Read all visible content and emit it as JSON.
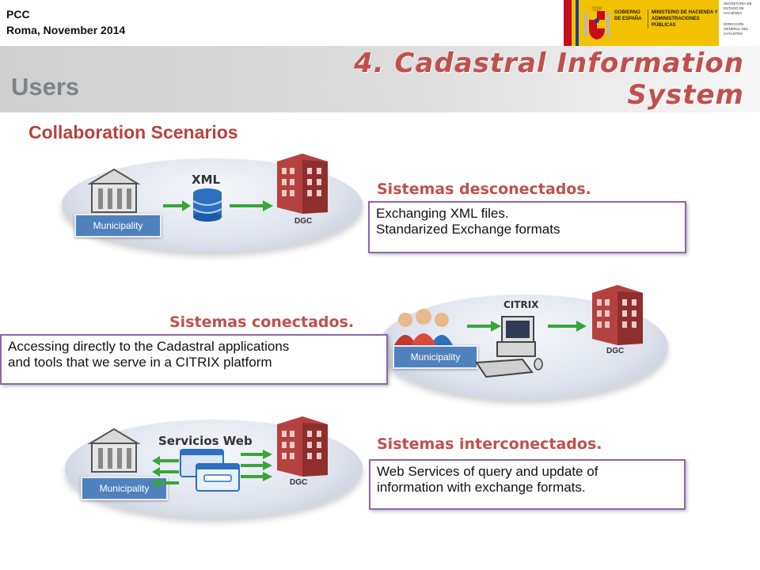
{
  "header": {
    "org": "PCC",
    "place_date": "Roma, November 2014"
  },
  "logo": {
    "gobierno": "GOBIERNO DE ESPAÑA",
    "ministerio": "MINISTERIO DE HACIENDA Y ADMINISTRACIONES PÚBLICAS",
    "secretaria": "SECRETARÍA DE ESTADO DE HACIENDA",
    "direccion": "DIRECCIÓN GENERAL DEL CATASTRO"
  },
  "section": "Users",
  "title_line1": "4. Cadastral Information",
  "title_line2": "System",
  "subtitle": "Collaboration Scenarios",
  "scenarios": [
    {
      "bg_label": "Sistemas desconectados.",
      "tech_label": "XML",
      "dgc": "DGC",
      "municipality": "Municipality",
      "callout_line1": "Exchanging  XML  files.",
      "callout_line2": "Standarized Exchange formats"
    },
    {
      "bg_label": "Sistemas conectados.",
      "tech_label": "CITRIX",
      "dgc": "DGC",
      "municipality": "Municipality",
      "callout_line1": "Accessing directly to the Cadastral applications",
      "callout_line2": "and tools that we serve in a CITRIX platform"
    },
    {
      "bg_label": "Sistemas interconectados.",
      "tech_label": "Servicios Web",
      "dgc": "DGC",
      "municipality": "Municipality",
      "callout_line1": "Web  Services of query and update of",
      "callout_line2": "information with exchange formats."
    }
  ],
  "colors": {
    "accent_red": "#c0504d",
    "municipality_blue": "#4f81bd",
    "callout_border": "#8b68a6",
    "arrow_green": "#3aa53a"
  }
}
